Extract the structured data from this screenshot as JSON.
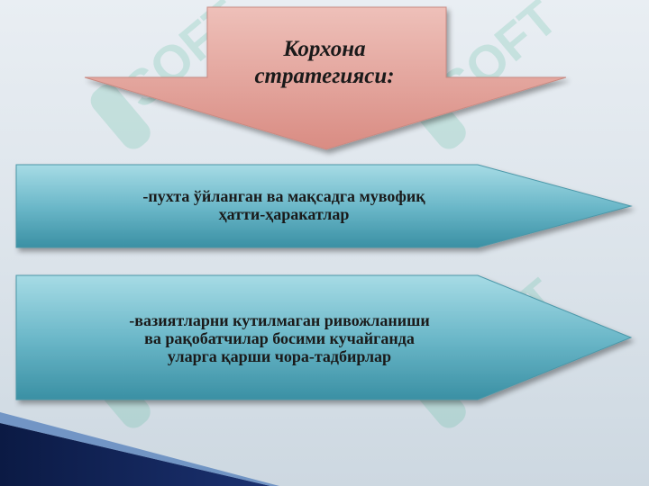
{
  "title": {
    "line1": "Корхона",
    "line2": "стратегияси",
    "colon": ":"
  },
  "boxes": [
    {
      "lines": [
        "-пухта ўйланган ва мақсадга мувофиқ",
        "ҳатти-ҳаракатлар"
      ]
    },
    {
      "lines": [
        "-вазиятларни кутилмаган ривожланиши",
        "ва рақобатчилар босими кучайганда",
        "уларга қарши чора-тадбирлар"
      ]
    }
  ],
  "colors": {
    "title_arrow_top": "#e9b1aa",
    "title_arrow_bottom": "#d98f86",
    "box_top": "#8fd0dc",
    "box_bottom": "#3d95a8",
    "corner_stripe": "#0e1e4a"
  },
  "watermark": {
    "icon": "sofa-logo-watermark",
    "text": "SOFT"
  }
}
